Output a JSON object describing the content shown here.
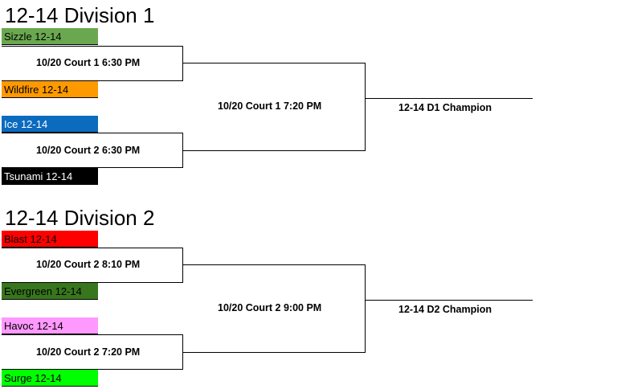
{
  "divisions": [
    {
      "title": "12-14 Division 1",
      "teams": [
        {
          "name": "Sizzle 12-14",
          "color": "#6aa84f",
          "text_color": "#000000"
        },
        {
          "name": "Wildfire 12-14",
          "color": "#ff9900",
          "text_color": "#000000"
        },
        {
          "name": "Ice 12-14",
          "color": "#0b6bbf",
          "text_color": "#ffffff"
        },
        {
          "name": "Tsunami 12-14",
          "color": "#000000",
          "text_color": "#ffffff"
        }
      ],
      "games": {
        "semi1": "10/20 Court 1 6:30 PM",
        "semi2": "10/20 Court 2 6:30 PM",
        "final": "10/20 Court 1 7:20 PM"
      },
      "champion": "12-14 D1 Champion"
    },
    {
      "title": "12-14 Division 2",
      "teams": [
        {
          "name": "Blast 12-14",
          "color": "#ff0000",
          "text_color": "#000000"
        },
        {
          "name": "Evergreen 12-14",
          "color": "#38761d",
          "text_color": "#000000"
        },
        {
          "name": "Havoc 12-14",
          "color": "#ff99ff",
          "text_color": "#000000"
        },
        {
          "name": "Surge 12-14",
          "color": "#00ff00",
          "text_color": "#000000"
        }
      ],
      "games": {
        "semi1": "10/20 Court 2 8:10 PM",
        "semi2": "10/20 Court 2 7:20 PM",
        "final": "10/20 Court 2 9:00 PM"
      },
      "champion": "12-14 D2 Champion"
    }
  ]
}
